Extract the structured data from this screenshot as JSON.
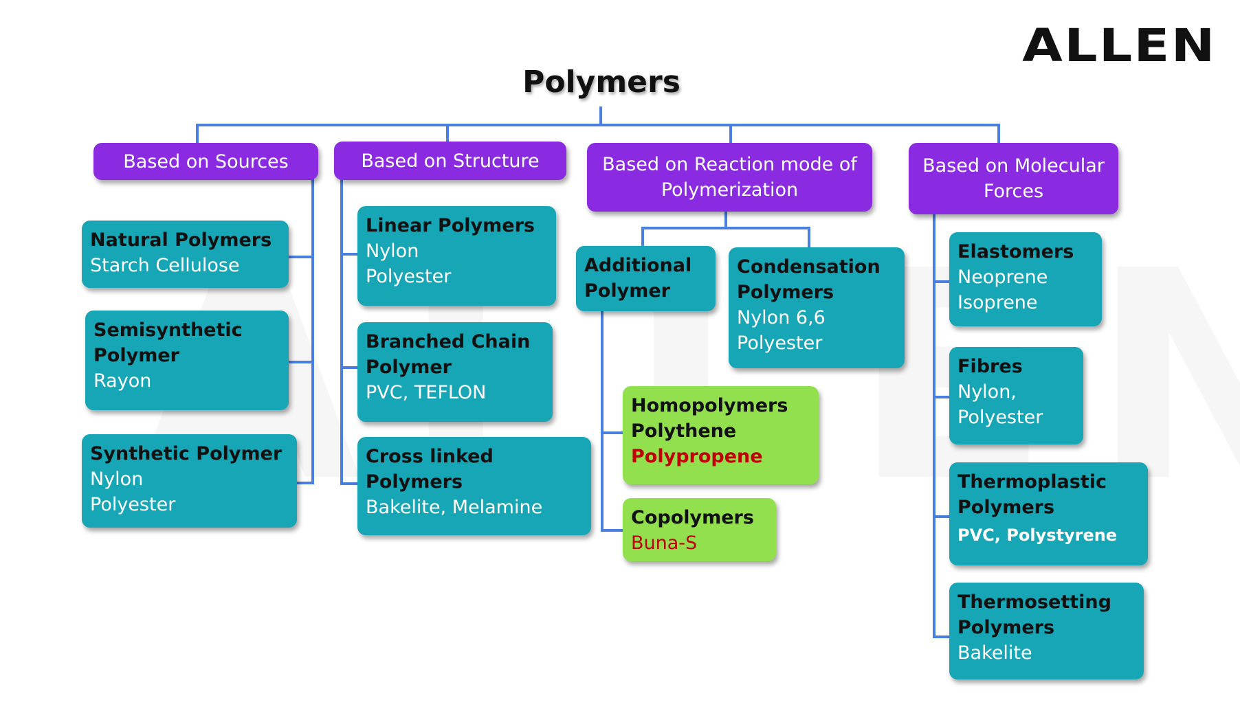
{
  "logo": "ALLEN",
  "title": "Polymers",
  "colors": {
    "category": "#8a2be2",
    "node": "#16a6b6",
    "subnode": "#93e04e",
    "connector": "#4a7fe0",
    "highlight_text": "#c00000"
  },
  "categories": {
    "sources": "Based on Sources",
    "structure": "Based on Structure",
    "reaction": {
      "line1": "Based on Reaction mode of",
      "line2": "Polymerization"
    },
    "forces": {
      "line1": "Based on Molecular",
      "line2": "Forces"
    }
  },
  "sources": {
    "natural": {
      "heading": "Natural Polymers",
      "example": "Starch Cellulose"
    },
    "semisynthetic": {
      "heading1": "Semisynthetic",
      "heading2": "Polymer",
      "example": "Rayon"
    },
    "synthetic": {
      "heading": "Synthetic Polymer",
      "example1": "Nylon",
      "example2": "Polyester"
    }
  },
  "structure": {
    "linear": {
      "heading": "Linear Polymers",
      "example1": "Nylon",
      "example2": "Polyester"
    },
    "branched": {
      "heading1": "Branched Chain",
      "heading2": "Polymer",
      "example": "PVC, TEFLON"
    },
    "crosslinked": {
      "heading1": "Cross linked",
      "heading2": "Polymers",
      "example": "Bakelite, Melamine"
    }
  },
  "reaction": {
    "additional": {
      "heading1": "Additional",
      "heading2": "Polymer"
    },
    "condensation": {
      "heading1": "Condensation",
      "heading2": "Polymers",
      "example1": "Nylon 6,6",
      "example2": "Polyester"
    },
    "homopolymers": {
      "heading": "Homopolymers",
      "line2": "Polythene",
      "line3": "Polypropene"
    },
    "copolymers": {
      "heading": "Copolymers",
      "example": "Buna-S"
    }
  },
  "forces": {
    "elastomers": {
      "heading": "Elastomers",
      "example1": "Neoprene",
      "example2": "Isoprene"
    },
    "fibres": {
      "heading": "Fibres",
      "example1": "Nylon,",
      "example2": "Polyester"
    },
    "thermoplastic": {
      "heading1": "Thermoplastic",
      "heading2": "Polymers",
      "example": "PVC, Polystyrene"
    },
    "thermosetting": {
      "heading1": "Thermosetting",
      "heading2": "Polymers",
      "example": "Bakelite"
    }
  }
}
